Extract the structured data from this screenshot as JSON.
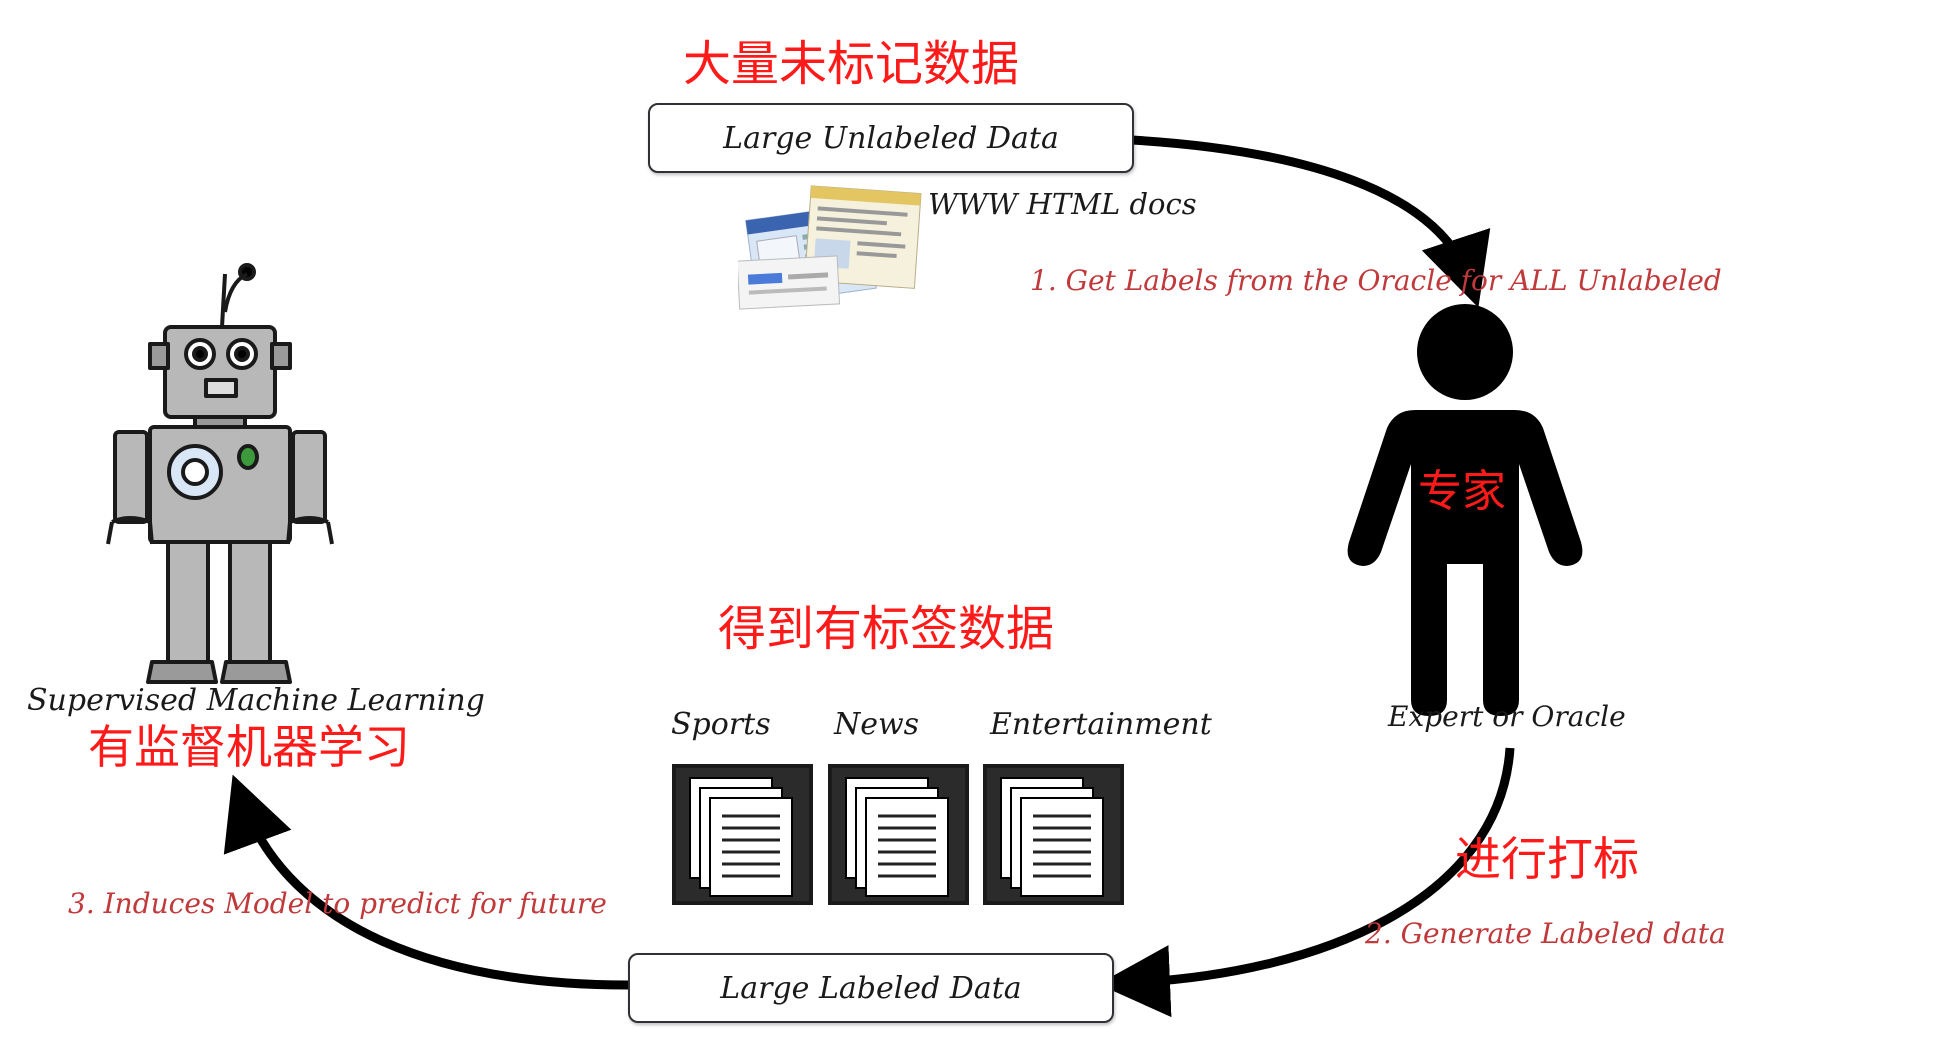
{
  "top": {
    "title_zh": "大量未标记数据",
    "box_label": "Large Unlabeled Data",
    "docs_label": "WWW HTML docs"
  },
  "step1": {
    "label": "1. Get Labels from the Oracle for ALL Unlabeled"
  },
  "expert": {
    "label_zh": "专家",
    "label": "Expert or Oracle"
  },
  "step2": {
    "label_zh": "进行打标",
    "label": "2. Generate Labeled data"
  },
  "bottom": {
    "title_zh": "得到有标签数据",
    "categories": [
      "Sports",
      "News",
      "Entertainment"
    ],
    "box_label": "Large Labeled Data"
  },
  "step3": {
    "label": "3. Induces Model to predict for future"
  },
  "robot": {
    "label": "Supervised Machine Learning",
    "label_zh": "有监督机器学习"
  },
  "colors": {
    "chinese_text": "#ff1a1a",
    "step_text": "#c0393b",
    "arrow": "#000000",
    "robot_body": "#b8b8b8"
  }
}
